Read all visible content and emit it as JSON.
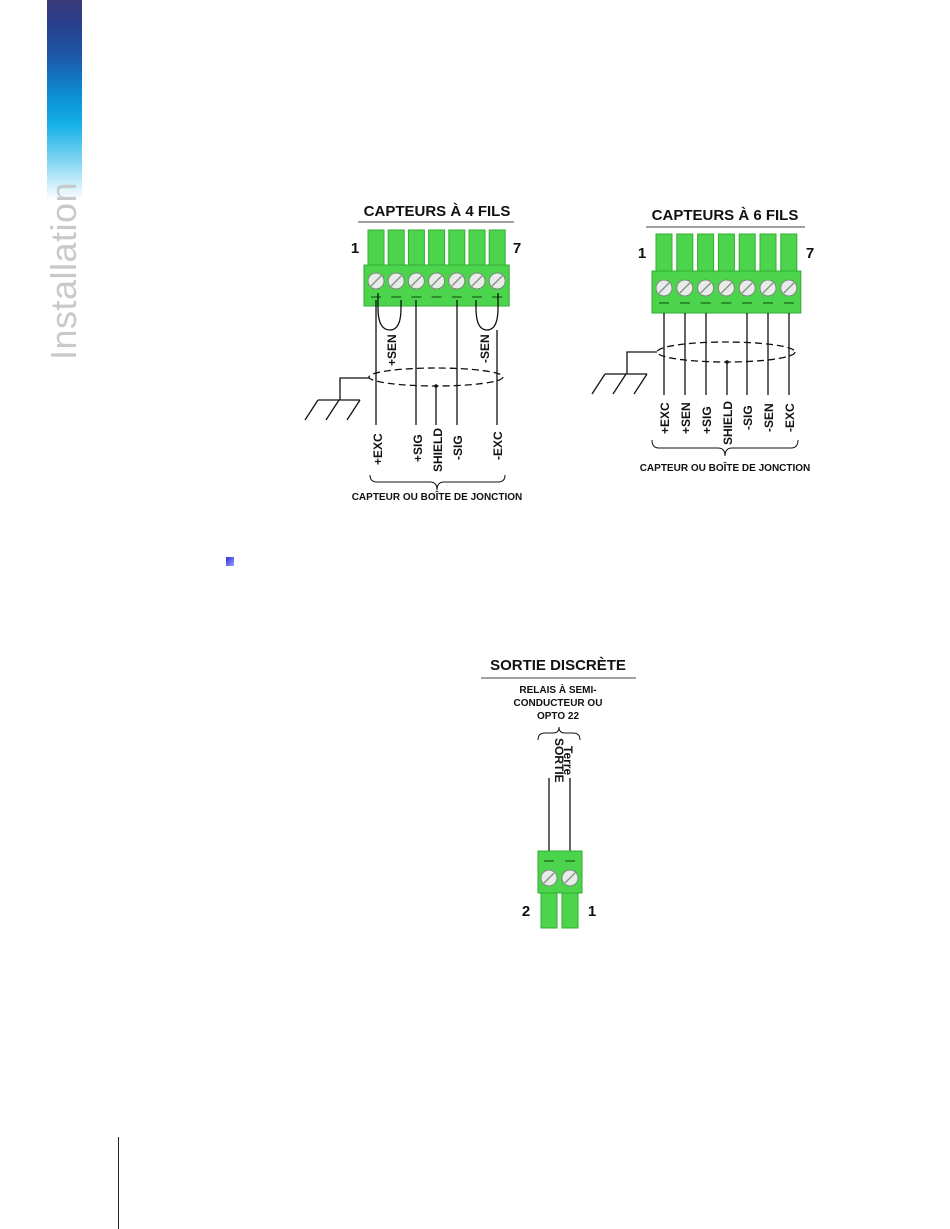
{
  "sidebar": {
    "label": "Installation",
    "accent_color": "#1d8fd4"
  },
  "four_wire": {
    "title": "CAPTEURS À 4 FILS",
    "pin_first": "1",
    "pin_last": "7",
    "loop_labels": [
      "+SEN",
      "-SEN"
    ],
    "wires": [
      "+EXC",
      "+SIG",
      "SHIELD",
      "-SIG",
      "-EXC"
    ],
    "caption": "CAPTEUR OU BOÎTE DE JONCTION"
  },
  "six_wire": {
    "title": "CAPTEURS À 6 FILS",
    "pin_first": "1",
    "pin_last": "7",
    "wires": [
      "+EXC",
      "+SEN",
      "+SIG",
      "SHIELD",
      "-SIG",
      "-SEN",
      "-EXC"
    ],
    "caption": "CAPTEUR OU BOÎTE DE JONCTION"
  },
  "discrete": {
    "title": "SORTIE DISCRÈTE",
    "subtitle_lines": [
      "RELAIS À SEMI-",
      "CONDUCTEUR OU",
      "OPTO 22"
    ],
    "wires": [
      "SORTIE",
      "Terre"
    ],
    "pin_left": "2",
    "pin_right": "1"
  },
  "colors": {
    "terminal_green": "#4cd44c",
    "terminal_dark": "#2fae2f"
  }
}
